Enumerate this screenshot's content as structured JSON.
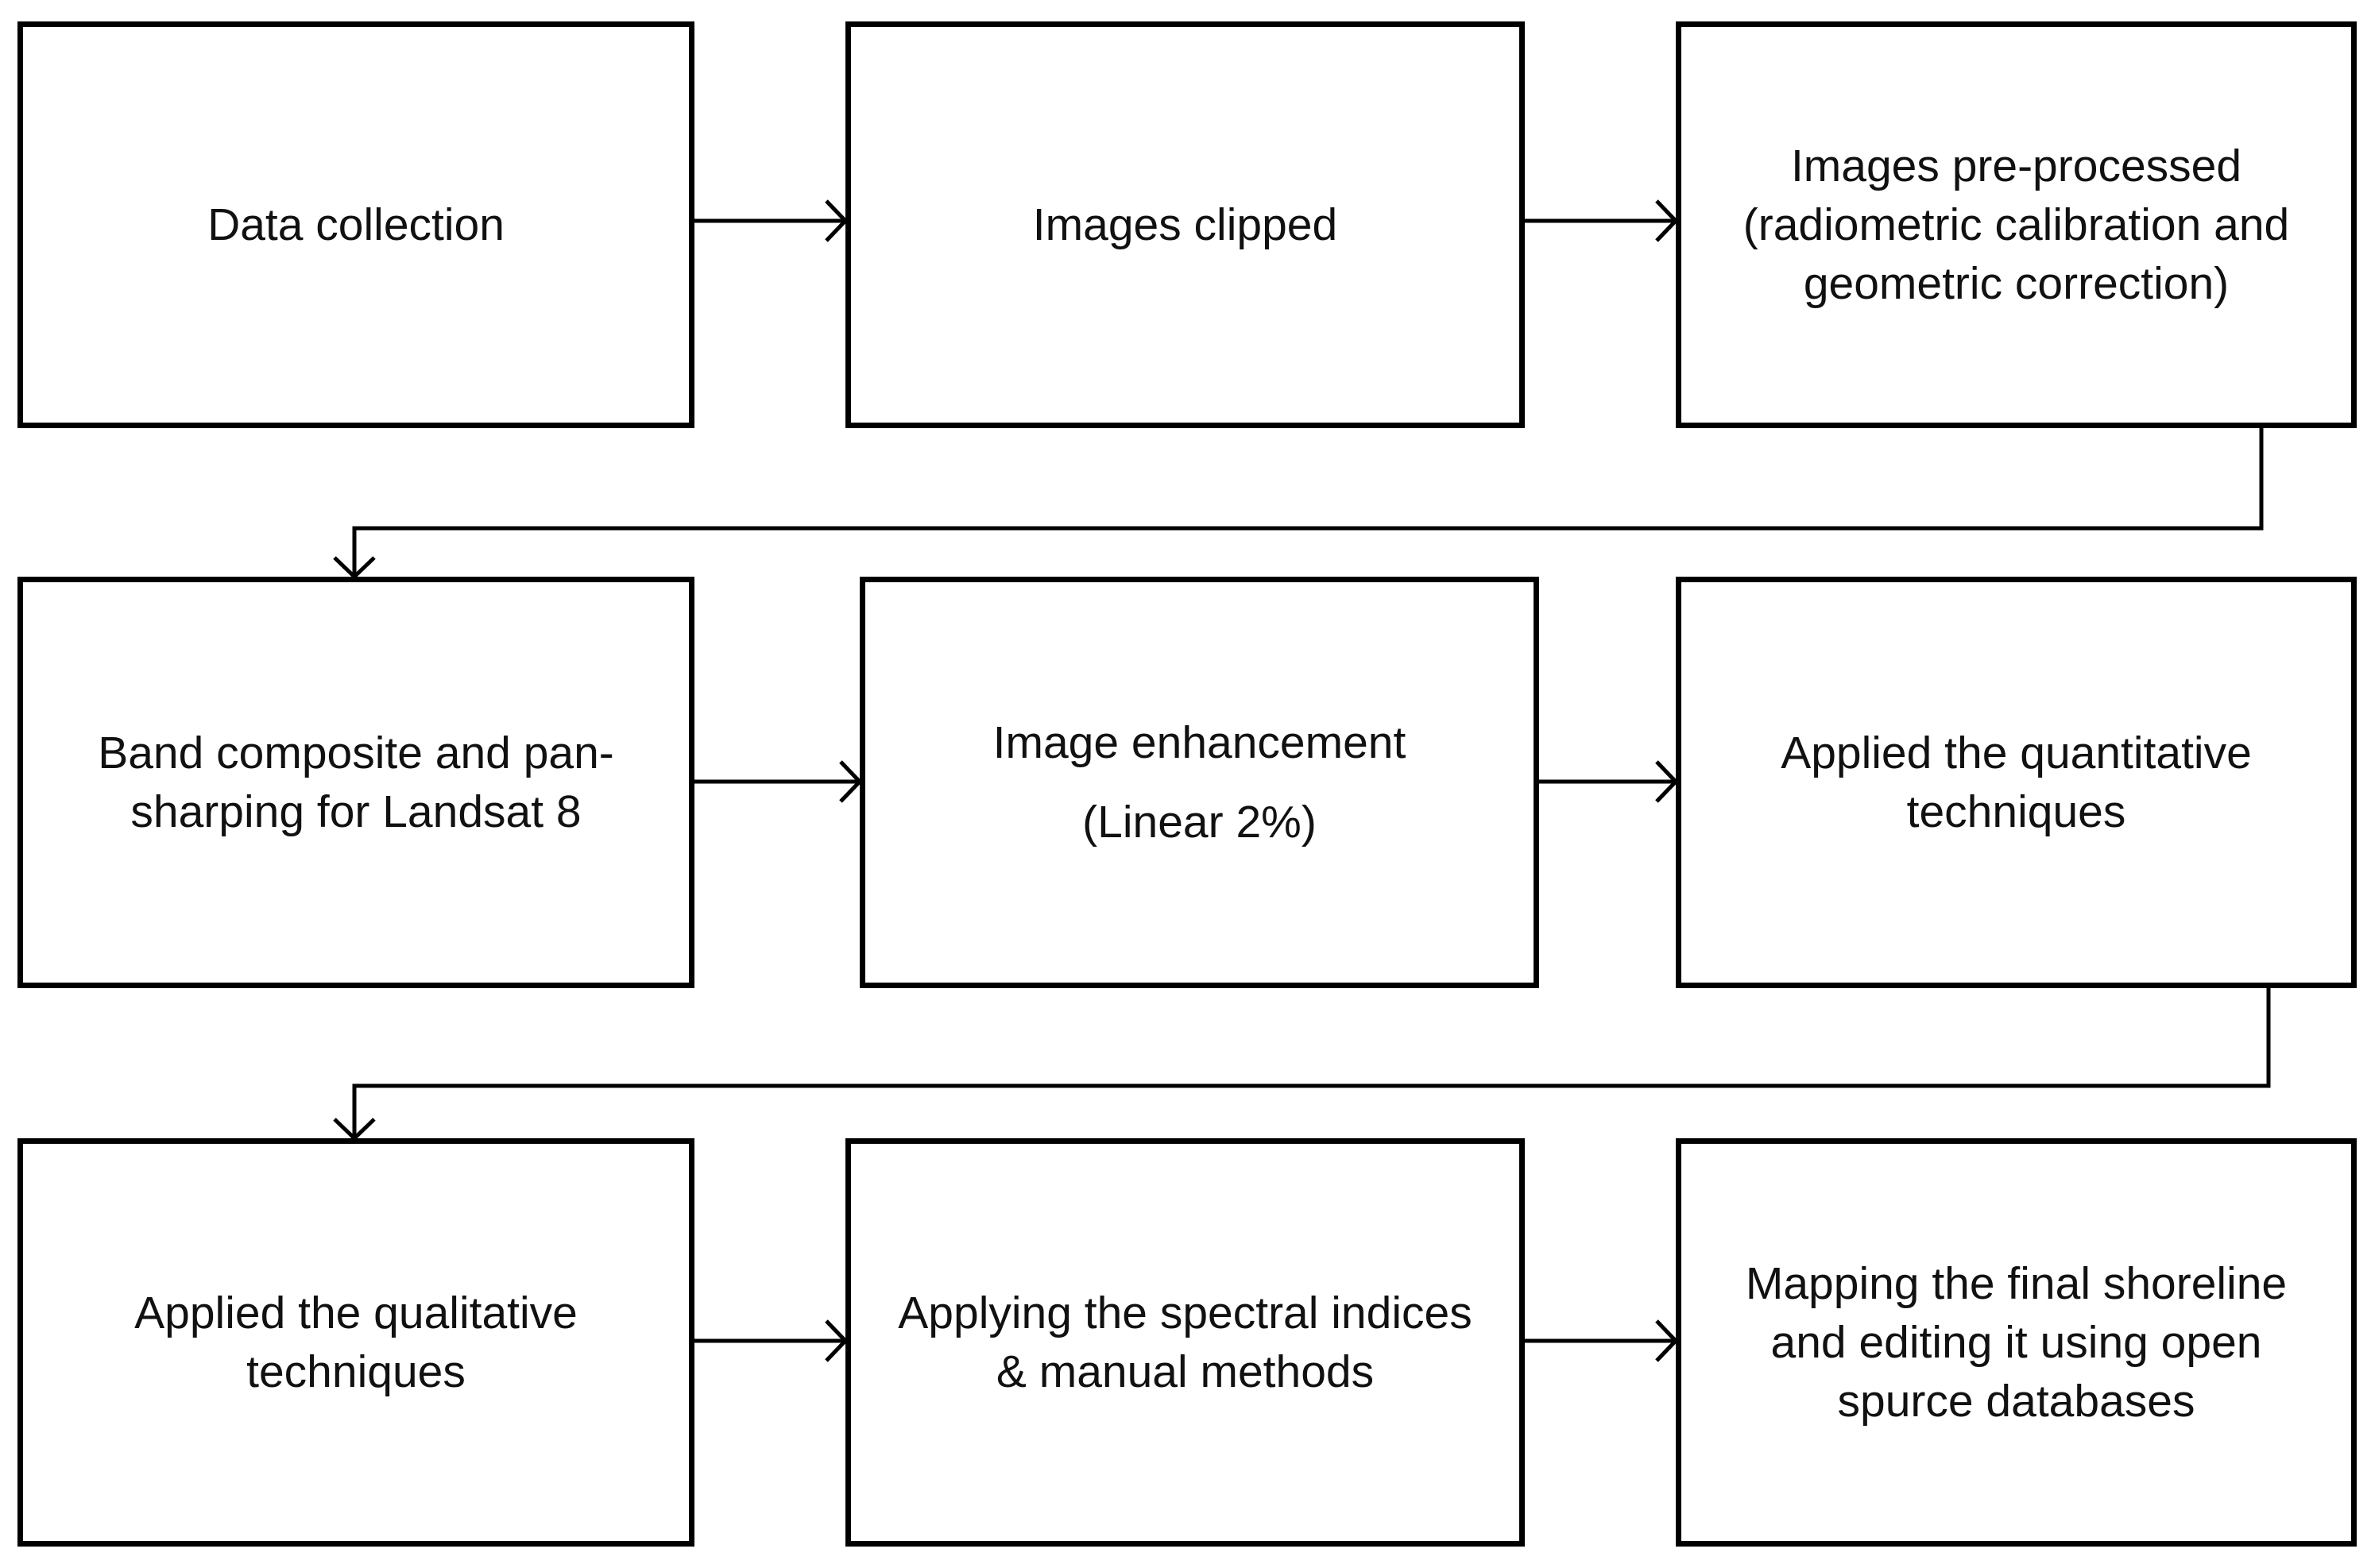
{
  "diagram": {
    "steps": [
      {
        "id": "data-collection",
        "label": "Data collection"
      },
      {
        "id": "images-clipped",
        "label": "Images clipped"
      },
      {
        "id": "images-pre-processed",
        "label": "Images pre-processed (radiometric calibration and geometric correction)"
      },
      {
        "id": "band-composite",
        "label": "Band composite and pan-sharping for Landsat 8"
      },
      {
        "id": "image-enhancement",
        "label": "Image enhancement",
        "sublabel": "(Linear 2%)"
      },
      {
        "id": "quantitative-techniques",
        "label": "Applied the quantitative techniques"
      },
      {
        "id": "qualitative-techniques",
        "label": "Applied the qualitative techniques"
      },
      {
        "id": "spectral-indices",
        "label": "Applying the spectral indices & manual methods"
      },
      {
        "id": "final-shoreline",
        "label": "Mapping the final shoreline and editing it using open spurce databases"
      }
    ],
    "connections": [
      {
        "from": "data-collection",
        "to": "images-clipped"
      },
      {
        "from": "images-clipped",
        "to": "images-pre-processed"
      },
      {
        "from": "images-pre-processed",
        "to": "band-composite"
      },
      {
        "from": "band-composite",
        "to": "image-enhancement"
      },
      {
        "from": "image-enhancement",
        "to": "quantitative-techniques"
      },
      {
        "from": "quantitative-techniques",
        "to": "qualitative-techniques"
      },
      {
        "from": "qualitative-techniques",
        "to": "spectral-indices"
      },
      {
        "from": "spectral-indices",
        "to": "final-shoreline"
      }
    ],
    "colors": {
      "stroke": "#000000",
      "text": "#111111",
      "background": "#ffffff"
    }
  }
}
